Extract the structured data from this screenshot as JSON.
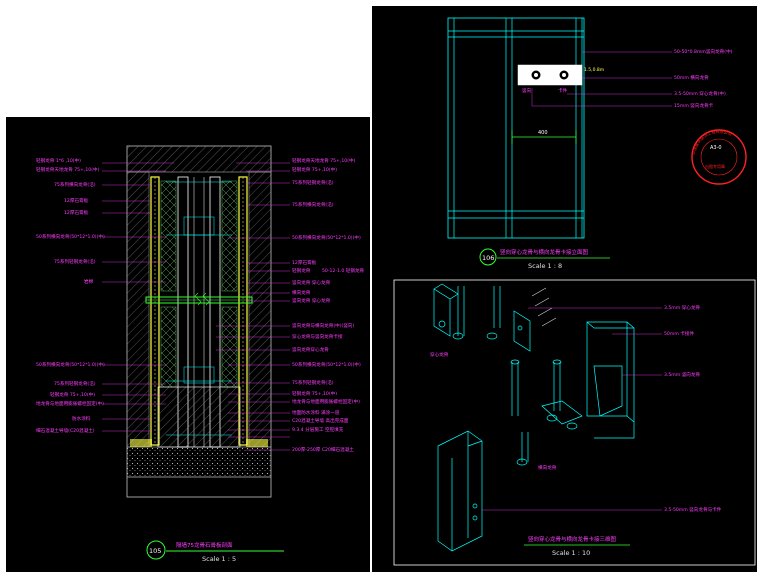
{
  "left_drawing": {
    "number": "105",
    "title": "隔墙75龙骨石膏板剖面",
    "scale": "Scale 1 : 5",
    "labels_left": [
      "轻钢龙骨 1*6 ,10(中)",
      "轻钢龙骨天地龙骨 75+,10(中)",
      "75系列横向龙骨(沿)",
      "12厚石膏板",
      "12厚石膏板",
      "50系列横向龙骨(50*12*1.0)(中)",
      "75系列轻钢龙骨(沿)",
      "岩棉",
      "50系列横向龙骨(50*12*1.0)(中)",
      "75系列轻钢龙骨(沿)",
      "轻钢龙骨 75+,10(中)",
      "地龙骨与地面用膨胀螺栓固定(中)",
      "防水涂料",
      "细石混凝土导墙(C20混凝土)"
    ],
    "labels_right": [
      "轻钢龙骨天地龙骨 75+,10(中)",
      "轻钢龙骨 75+,10(中)",
      "75系列轻钢龙骨(沿)",
      "75系列横向龙骨(沿)",
      "50系列横向龙骨(50*12*1.0)(中)",
      "12厚石膏板",
      "轻钢龙骨",
      "50-12-1.0 轻钢龙骨",
      "竖向龙骨 穿心龙骨",
      "横向龙骨",
      "竖向龙骨 穿心龙骨",
      "竖向龙骨与横向龙骨(中)(竖向)",
      "穿心龙骨与竖向龙骨卡接",
      "竖向龙骨穿心龙骨",
      "50系列横向龙骨(50*12*1.0)(中)",
      "75系列轻钢龙骨(沿)",
      "轻钢龙骨 75+,10(中)",
      "地龙骨与地面用膨胀螺栓固定(中)",
      "地面防水涂料 满涂一道",
      "C20混凝土导墙 高出完成面",
      "9.3.4 分层施工 空腔填充",
      "200厚-250厚 C20细石混凝土"
    ]
  },
  "elevation_drawing": {
    "number": "106",
    "title": "竖向穿心龙骨与横向龙骨卡接立面图",
    "scale": "Scale 1 : 8",
    "dimension": "400",
    "label_a": "竖向",
    "label_b": "卡件",
    "tag": "1.5,0.8m",
    "labels_right": [
      "50-50*0.8mm竖向龙骨(中)",
      "50mm 横向龙骨",
      "3.5-50mm 穿心龙骨(中)",
      "15mm 竖向龙骨卡"
    ]
  },
  "iso_drawing": {
    "title": "竖向穿心龙骨与横向龙骨卡接三维图",
    "scale": "Scale 1 : 10",
    "label_a": "穿心龙骨",
    "label_b": "横向龙骨",
    "labels_right": [
      "3.5mm 穿心龙骨",
      "50mm 卡接件",
      "3.5mm 竖向龙骨",
      "3.5-50mm 竖向龙骨与卡件"
    ]
  },
  "stamp": {
    "outer_text": "中国建筑装饰工程有限公司",
    "code": "A3-0",
    "inner_text": "出图专用章"
  }
}
